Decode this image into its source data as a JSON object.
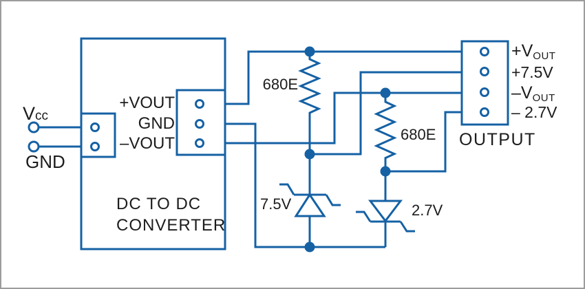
{
  "colors": {
    "wire": "#1561a4",
    "text": "#1c1c1c",
    "background": "#ffffff",
    "frame": "#9c9c9c"
  },
  "input": {
    "vcc_main": "V",
    "vcc_sub": "cc",
    "gnd_label": "GND"
  },
  "converter": {
    "name_line1": "DC TO DC",
    "name_line2": "CONVERTER",
    "pin_labels": [
      "+VOUT",
      "GND",
      "–VOUT"
    ]
  },
  "components": {
    "r1_value": "680E",
    "r2_value": "680E",
    "z1_value": "7.5V",
    "z2_value": "2.7V"
  },
  "output": {
    "title": "OUTPUT",
    "pin1_main": "+V",
    "pin1_sub": "OUT",
    "pin2": "+7.5V",
    "pin3_main": "–V",
    "pin3_sub": "OUT",
    "pin4": "– 2.7V"
  }
}
